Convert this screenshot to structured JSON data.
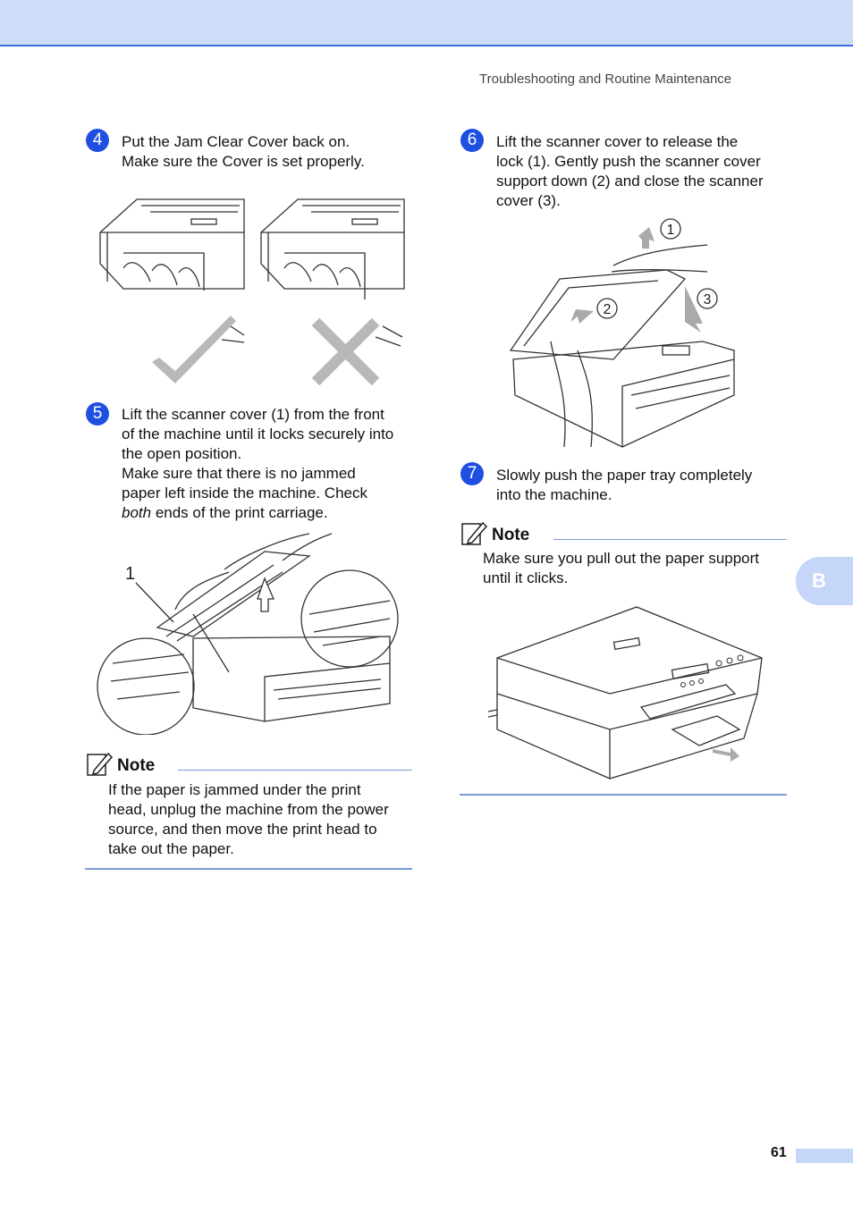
{
  "header": {
    "running_head": "Troubleshooting and Routine Maintenance"
  },
  "steps": [
    {
      "number": "4",
      "lines": [
        "Put the Jam Clear Cover back on.",
        "Make sure the Cover is set properly."
      ]
    },
    {
      "number": "5",
      "lines": [
        "Lift the scanner cover (1) from the front",
        "of the machine until it locks securely into",
        "the open position.",
        "Make sure that there is no jammed",
        "paper left inside the machine. Check"
      ],
      "last_line_italic": "both",
      "last_line_rest": " ends of the print carriage."
    },
    {
      "number": "6",
      "lines": [
        "Lift the scanner cover to release the",
        "lock (1). Gently push the scanner cover",
        "support down (2) and close the scanner",
        "cover (3)."
      ]
    },
    {
      "number": "7",
      "lines": [
        "Slowly push the paper tray completely",
        "into the machine."
      ]
    }
  ],
  "notes": [
    {
      "title": "Note",
      "lines": [
        "If the paper is jammed under the print",
        "head, unplug the machine from the power",
        "source, and then move the print head to",
        "take out the paper."
      ]
    },
    {
      "title": "Note",
      "lines": [
        "Make sure you pull out the paper support",
        "until it clicks."
      ]
    }
  ],
  "figure_labels": {
    "carriage_callout": "1",
    "callout_1": "1",
    "callout_2": "2",
    "callout_3": "3"
  },
  "side_tab": "B",
  "page_number": "61",
  "colors": {
    "accent": "#1f4fe0",
    "header_band": "#cddcf9",
    "tab": "#c6d6f8"
  }
}
